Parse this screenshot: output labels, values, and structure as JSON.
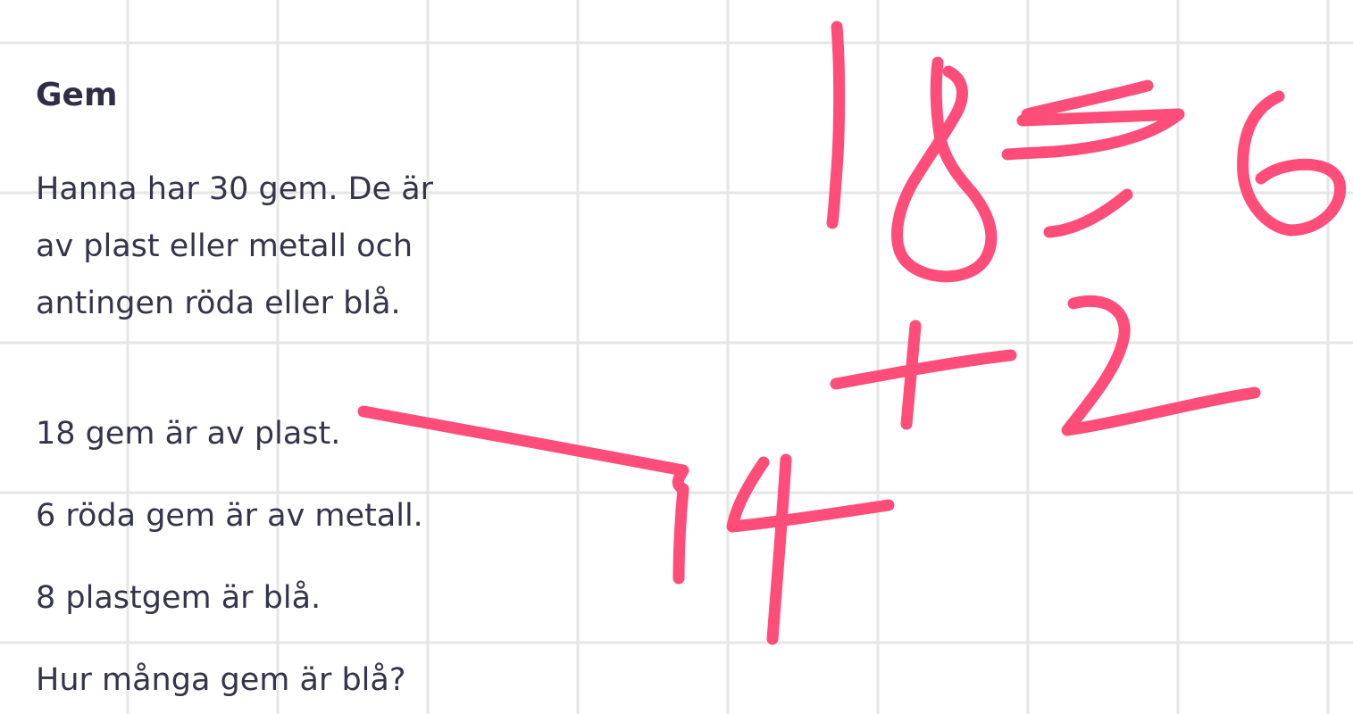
{
  "problem": {
    "title": "Gem",
    "intro": "Hanna har 30 gem. De är av plast eller metall och antingen röda eller blå.",
    "statements": [
      "18 gem är av plast.",
      "6 röda gem är av metall.",
      "8 plastgem är blå.",
      "Hur många gem är blå?"
    ]
  },
  "handwriting": {
    "ink_color": "#ff4d7a",
    "strokes": [
      "digit-1",
      "digit-8",
      "equals-sign",
      "digit-6",
      "plus-sign",
      "digit-2",
      "pointer-line",
      "digit-4"
    ]
  },
  "grid": {
    "line_color": "#e6e6e6"
  }
}
